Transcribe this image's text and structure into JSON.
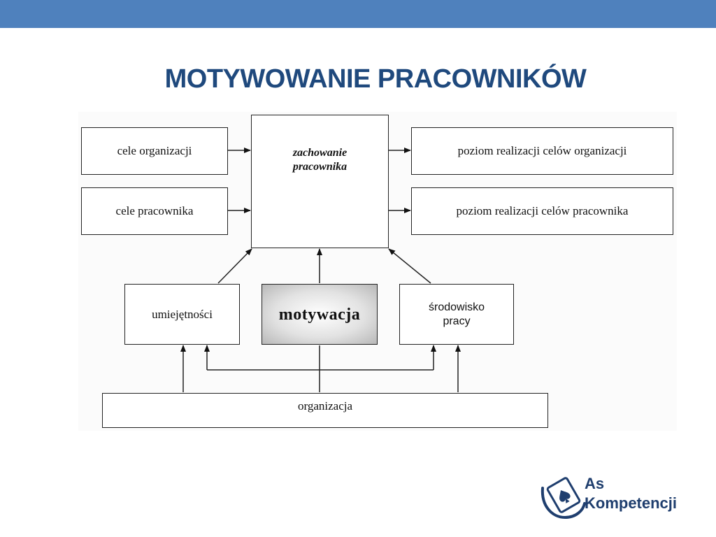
{
  "slide": {
    "title": "MOTYWOWANIE PRACOWNIKÓW"
  },
  "diagram": {
    "cele_organizacji": "cele organizacji",
    "cele_pracownika": "cele pracownika",
    "zachowanie_line1": "zachowanie",
    "zachowanie_line2": "pracownika",
    "poziom_organizacji": "poziom realizacji celów organizacji",
    "poziom_pracownika": "poziom realizacji celów pracownika",
    "umiejetnosci": "umiejętności",
    "motywacja": "motywacja",
    "srodowisko_line1": "środowisko",
    "srodowisko_line2": "pracy",
    "organizacja": "organizacja"
  },
  "logo": {
    "line1": "As",
    "line2": "Kompetencji"
  },
  "colors": {
    "top_bar": "#4f81bd",
    "title": "#1f497d",
    "logo": "#1f3e6e"
  }
}
